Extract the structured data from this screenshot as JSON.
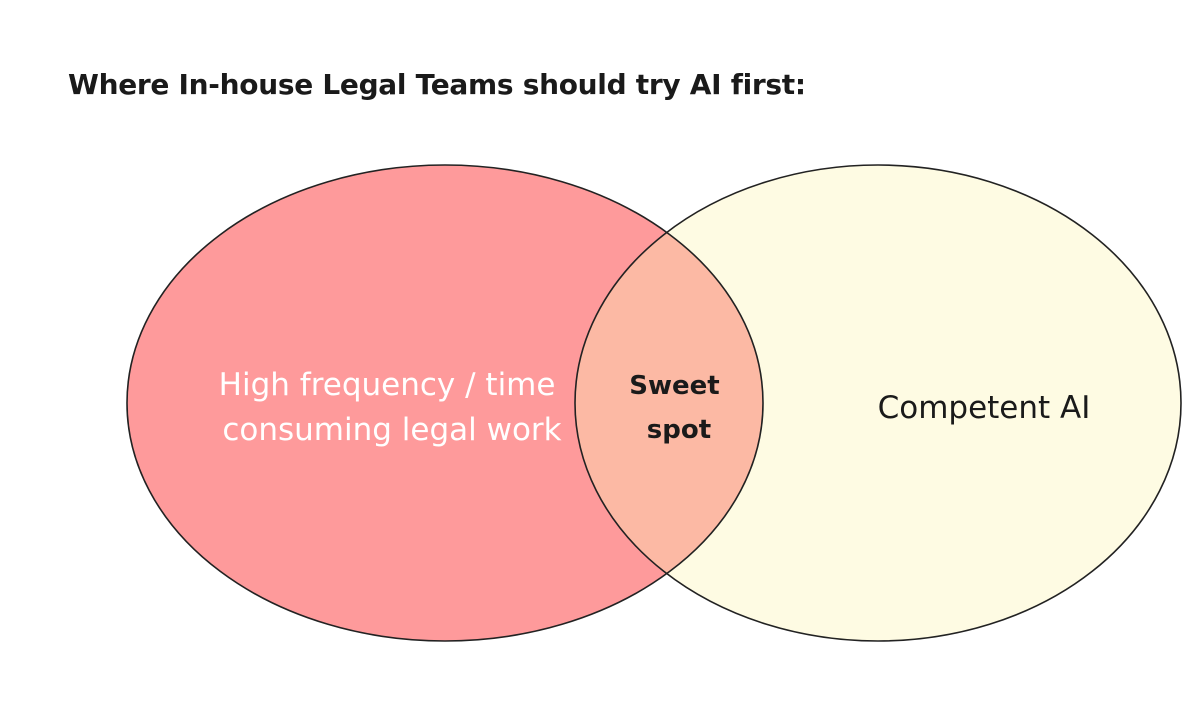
{
  "title": "Where In-house Legal Teams should try AI first:",
  "diagram": {
    "left_circle": {
      "label_lines": [
        "High frequency / time",
        "consuming legal work"
      ],
      "fill": "#fe9a9b",
      "text_color": "#ffffff"
    },
    "right_circle": {
      "label": "Competent AI",
      "fill": "#fefbe3",
      "text_color": "#1a1a1a"
    },
    "overlap": {
      "label_lines": [
        "Sweet",
        "spot"
      ],
      "fill": "#fcb9a4",
      "text_color": "#1a1a1a"
    },
    "outline_color": "#222222"
  }
}
